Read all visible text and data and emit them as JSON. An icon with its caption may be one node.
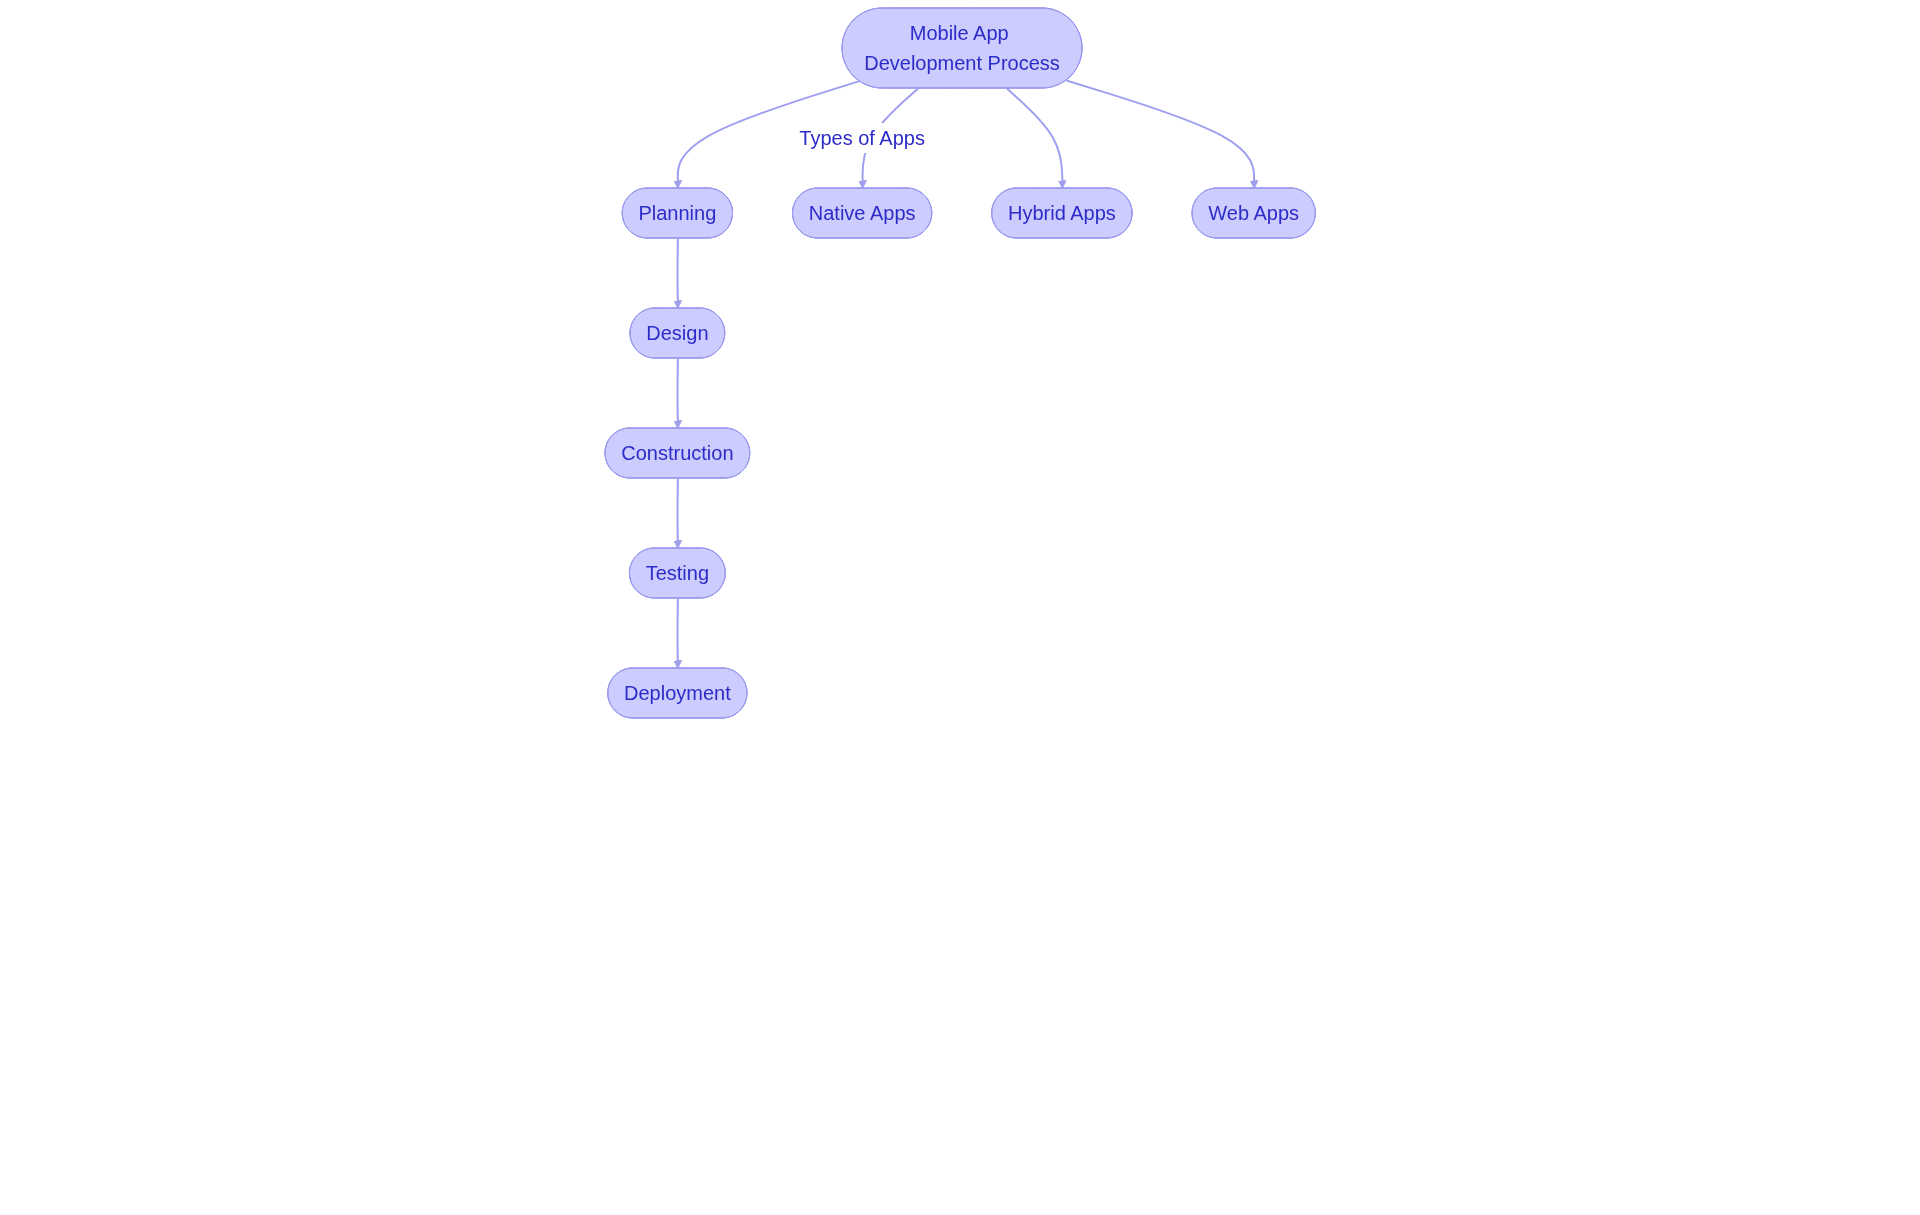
{
  "diagram": {
    "nodes": [
      {
        "text": [
          "Mobile App Development Process"
        ]
      },
      {
        "text": [
          "Planning"
        ]
      },
      {
        "text": [
          "Native Apps"
        ]
      },
      {
        "text": [
          "Hybrid Apps"
        ]
      },
      {
        "text": [
          "Web Apps"
        ]
      },
      {
        "text": [
          "Design"
        ]
      },
      {
        "text": [
          "Construction"
        ]
      },
      {
        "text": [
          "Testing"
        ]
      },
      {
        "text": [
          "Deployment"
        ]
      }
    ],
    "edges": [
      {
        "from": 0,
        "to": 1,
        "arrow": "to"
      },
      {
        "from": 0,
        "to": 2,
        "arrow": "to",
        "label": "Types of Apps"
      },
      {
        "from": 0,
        "to": 3,
        "arrow": "to"
      },
      {
        "from": 0,
        "to": 4,
        "arrow": "to"
      },
      {
        "from": 1,
        "to": 5,
        "arrow": "to"
      },
      {
        "from": 5,
        "to": 6,
        "arrow": "to"
      },
      {
        "from": 6,
        "to": 7,
        "arrow": "to"
      },
      {
        "from": 7,
        "to": 8,
        "arrow": "to"
      }
    ]
  }
}
